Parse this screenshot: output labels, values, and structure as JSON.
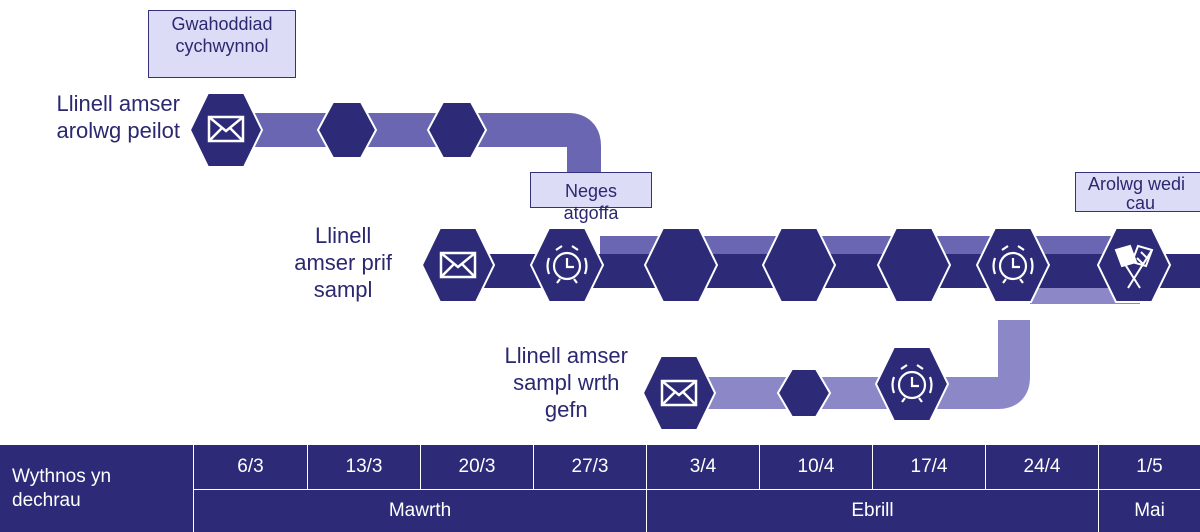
{
  "callouts": {
    "initial_invitation": [
      "Gwahoddiad",
      "cychwynnol"
    ],
    "reminder": "Neges atgoffa",
    "survey_closed": [
      "Arolwg wedi",
      "cau"
    ]
  },
  "rows": {
    "pilot": {
      "label": [
        "Llinell amser",
        "arolwg peilot"
      ]
    },
    "main": {
      "label": [
        "Llinell",
        "amser prif",
        "sampl"
      ]
    },
    "reserve": {
      "label": [
        "Llinell amser",
        "sampl wrth",
        "gefn"
      ]
    }
  },
  "table": {
    "week_header": [
      "Wythnos yn",
      "dechrau"
    ],
    "weeks": [
      "6/3",
      "13/3",
      "20/3",
      "27/3",
      "3/4",
      "10/4",
      "17/4",
      "24/4",
      "1/5"
    ],
    "months": [
      "Mawrth",
      "Ebrill",
      "Mai"
    ]
  },
  "colors": {
    "dark": "#2d2a77",
    "medium": "#6a66b2",
    "light": "#8c88c8",
    "callout_fill": "#dcdcf6"
  },
  "icons": {
    "invitation": "envelope-icon",
    "reminder": "alarm-clock-icon",
    "closed": "checkered-flags-icon"
  }
}
